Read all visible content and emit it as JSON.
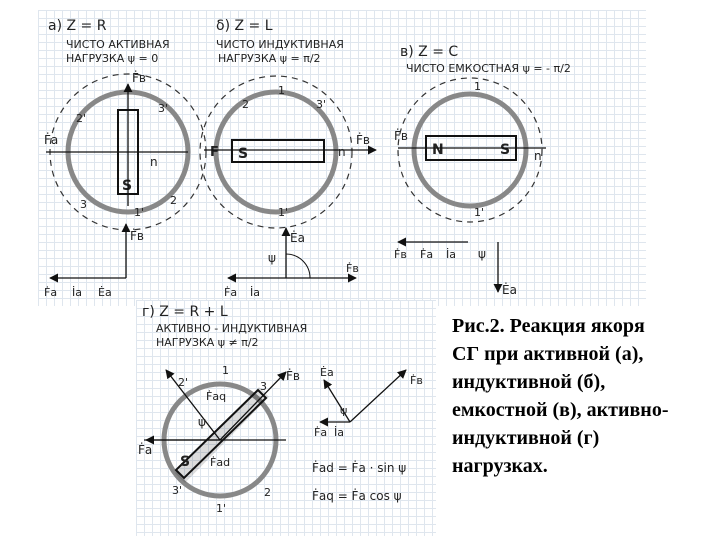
{
  "caption": "Рис.2. Реакция якоря\nСГ при активной (а),\nиндуктивной (б),\nемкостной (в), активно-\nиндуктивной (г)\nнагрузках.",
  "panels": {
    "a": {
      "title": "a) Z = R",
      "line1": "ЧИСТО АКТИВНАЯ",
      "line2": "НАГРУЗКА  ψ = 0"
    },
    "b": {
      "title": "δ) Z = L",
      "line1": "ЧИСТО ИНДУКТИВНАЯ",
      "line2": "НАГРУЗКА  ψ = π/2"
    },
    "c": {
      "title": "в) Z = C",
      "line1": "ЧИСТО ЕМКОСТНАЯ   ψ = - π/2"
    },
    "d": {
      "title": "г) Z = R + L",
      "line1": "АКТИВНО - ИНДУКТИВНАЯ",
      "line2": "НАГРУЗКА         ψ ≠ π/2"
    }
  },
  "labels": {
    "fb": "Ḟв",
    "fa": "Ḟа",
    "ea": "Ėа",
    "ia": "İа",
    "n": "n",
    "psi": "ψ",
    "s": "S",
    "nn": "N",
    "f": "F",
    "one": "1",
    "two": "2",
    "three": "3",
    "one_p": "1'",
    "two_p": "2'",
    "three_p": "3'",
    "faq": "Ḟаq",
    "fad": "Ḟаd"
  },
  "formulas": {
    "fad": "Ḟаd = Ḟа · sin ψ",
    "faq": "Ḟаq = Ḟа  cos ψ"
  }
}
